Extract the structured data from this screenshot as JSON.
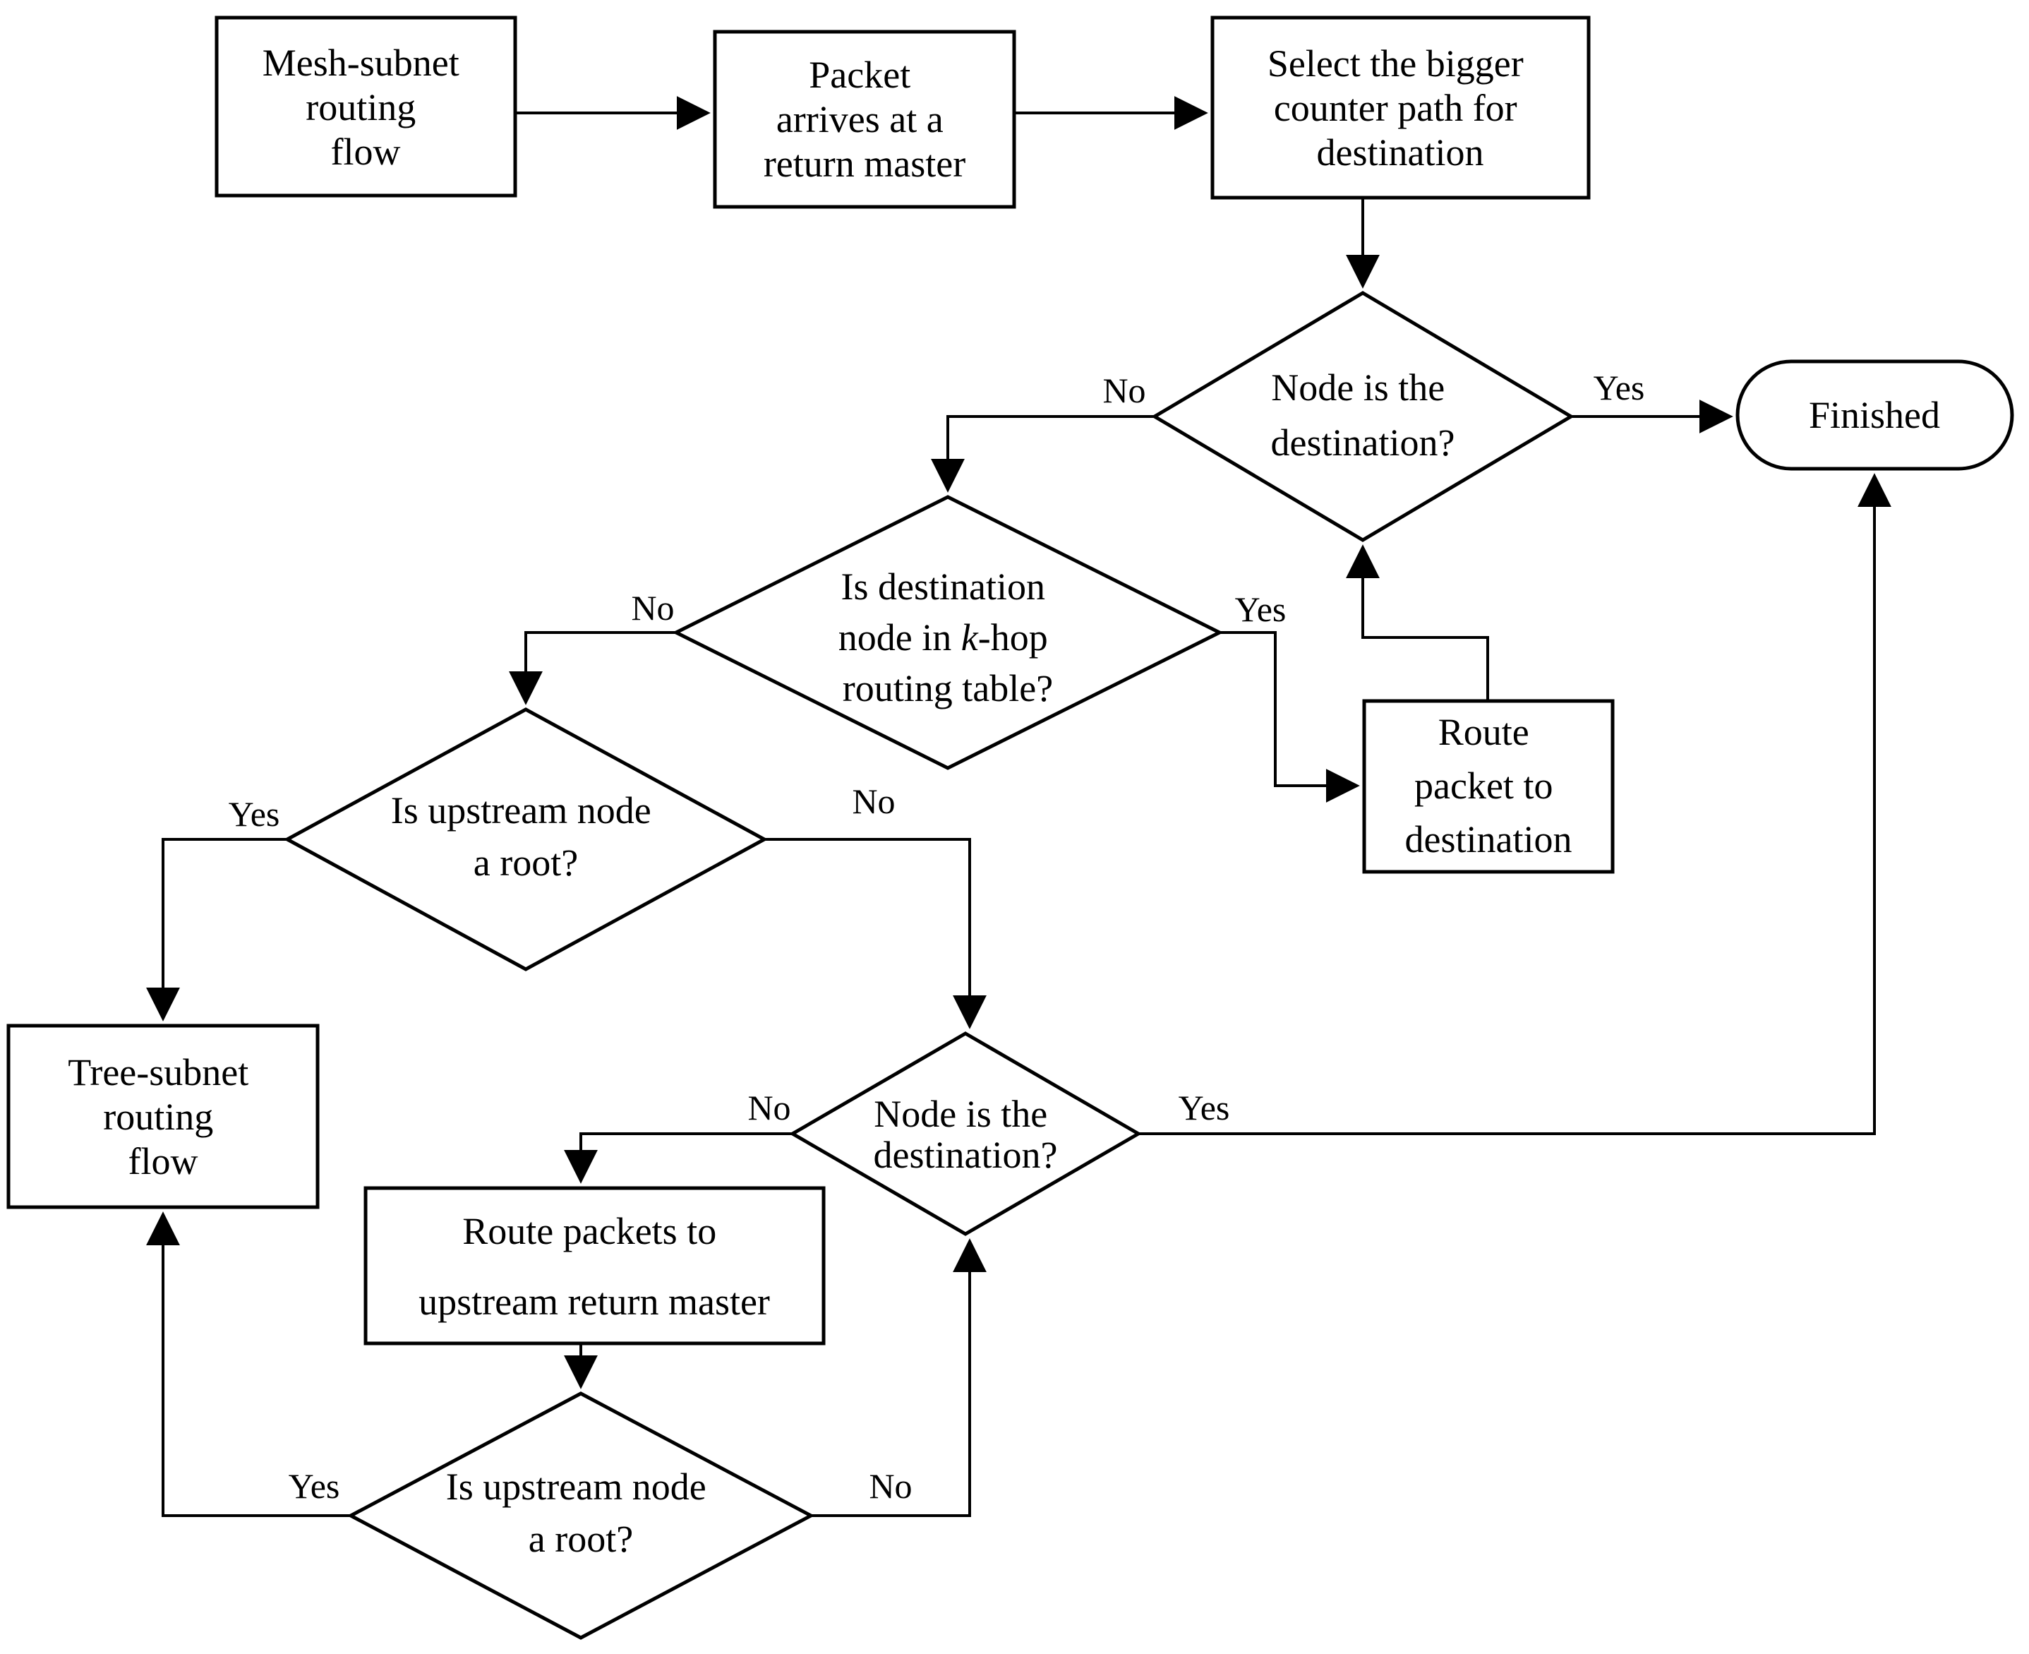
{
  "diagram": {
    "type": "flowchart",
    "background_color": "#ffffff",
    "line_color": "#000000",
    "text_color": "#000000"
  },
  "nodes": {
    "mesh": {
      "type": "process",
      "label": "Mesh-subnet routing flow",
      "lines": [
        "Mesh-subnet",
        "routing",
        "flow"
      ]
    },
    "packet": {
      "type": "process",
      "label": "Packet arrives at a return master",
      "lines": [
        "Packet",
        "arrives at a",
        "return master"
      ]
    },
    "select": {
      "type": "process",
      "label": "Select the bigger counter path for destination",
      "lines": [
        "Select the bigger",
        "counter path for",
        "destination"
      ]
    },
    "dest1": {
      "type": "decision",
      "label": "Node is the destination?",
      "lines": [
        "Node is the",
        "destination?"
      ]
    },
    "finished": {
      "type": "terminator",
      "label": "Finished"
    },
    "khop": {
      "type": "decision",
      "label": "Is destination node in k-hop routing table?",
      "line1": "Is destination",
      "line2_prefix": "node in ",
      "line2_k": "k",
      "line2_suffix": "-hop",
      "line3": "routing table?"
    },
    "route1": {
      "type": "process",
      "label": "Route packet to destination",
      "lines": [
        "Route",
        "packet to",
        "destination"
      ]
    },
    "upstream1": {
      "type": "decision",
      "label": "Is upstream node a root?",
      "lines": [
        "Is upstream node",
        "a root?"
      ]
    },
    "tree": {
      "type": "process",
      "label": "Tree-subnet routing flow",
      "lines": [
        "Tree-subnet",
        "routing",
        "flow"
      ]
    },
    "dest2": {
      "type": "decision",
      "label": "Node is the destination?",
      "lines": [
        "Node is the",
        "destination?"
      ]
    },
    "route2": {
      "type": "process",
      "label": "Route packets to upstream return master",
      "lines": [
        "Route packets to",
        "upstream return master"
      ]
    },
    "upstream2": {
      "type": "decision",
      "label": "Is upstream node a root?",
      "lines": [
        "Is upstream node",
        "a root?"
      ]
    }
  },
  "edges": {
    "dest1_yes": {
      "label": "Yes"
    },
    "dest1_no": {
      "label": "No"
    },
    "khop_yes": {
      "label": "Yes"
    },
    "khop_no": {
      "label": "No"
    },
    "upstream1_yes": {
      "label": "Yes"
    },
    "upstream1_no": {
      "label": "No"
    },
    "dest2_yes": {
      "label": "Yes"
    },
    "dest2_no": {
      "label": "No"
    },
    "upstream2_yes": {
      "label": "Yes"
    },
    "upstream2_no": {
      "label": "No"
    }
  }
}
